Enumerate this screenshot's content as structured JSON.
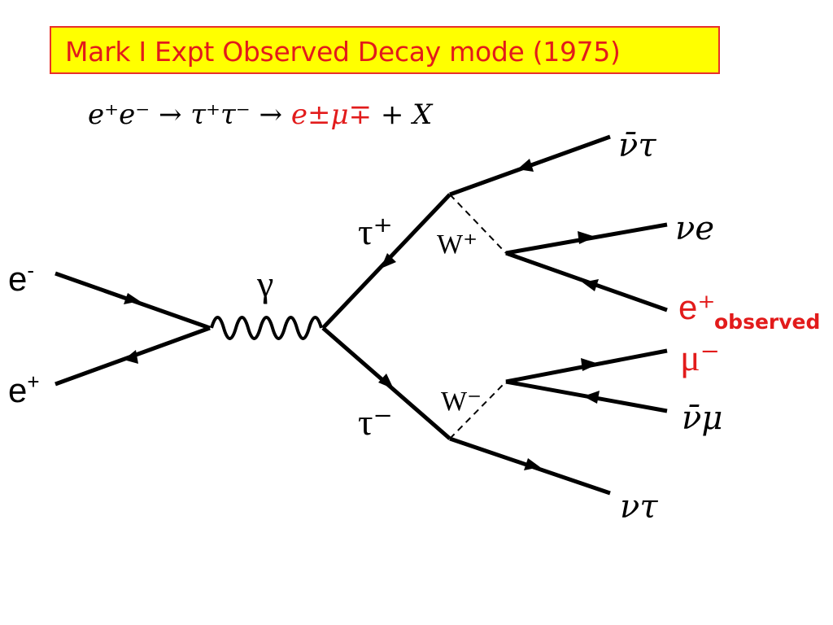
{
  "title": "Mark I Expt Observed Decay mode (1975)",
  "equation": {
    "lhs": "e⁺e⁻ → τ⁺τ⁻ → ",
    "highlight": "e±μ∓",
    "rhs": " + X"
  },
  "particles": {
    "electron": "e",
    "electron_sup": "-",
    "positron": "e",
    "positron_sup": "+",
    "photon": "γ",
    "tau_plus": "τ⁺",
    "tau_minus": "τ⁻",
    "w_plus": "W⁺",
    "w_minus": "W⁻",
    "anti_nu_tau": "ν̄τ",
    "nu_e": "νe",
    "e_plus_obs": "e⁺",
    "observed": "observed",
    "mu_minus": "μ⁻",
    "anti_nu_mu": "ν̄μ",
    "nu_tau": "ντ"
  },
  "colors": {
    "title_bg": "#ffff00",
    "title_border": "#e8302a",
    "accent_red": "#e21b1b",
    "line": "#000000"
  }
}
